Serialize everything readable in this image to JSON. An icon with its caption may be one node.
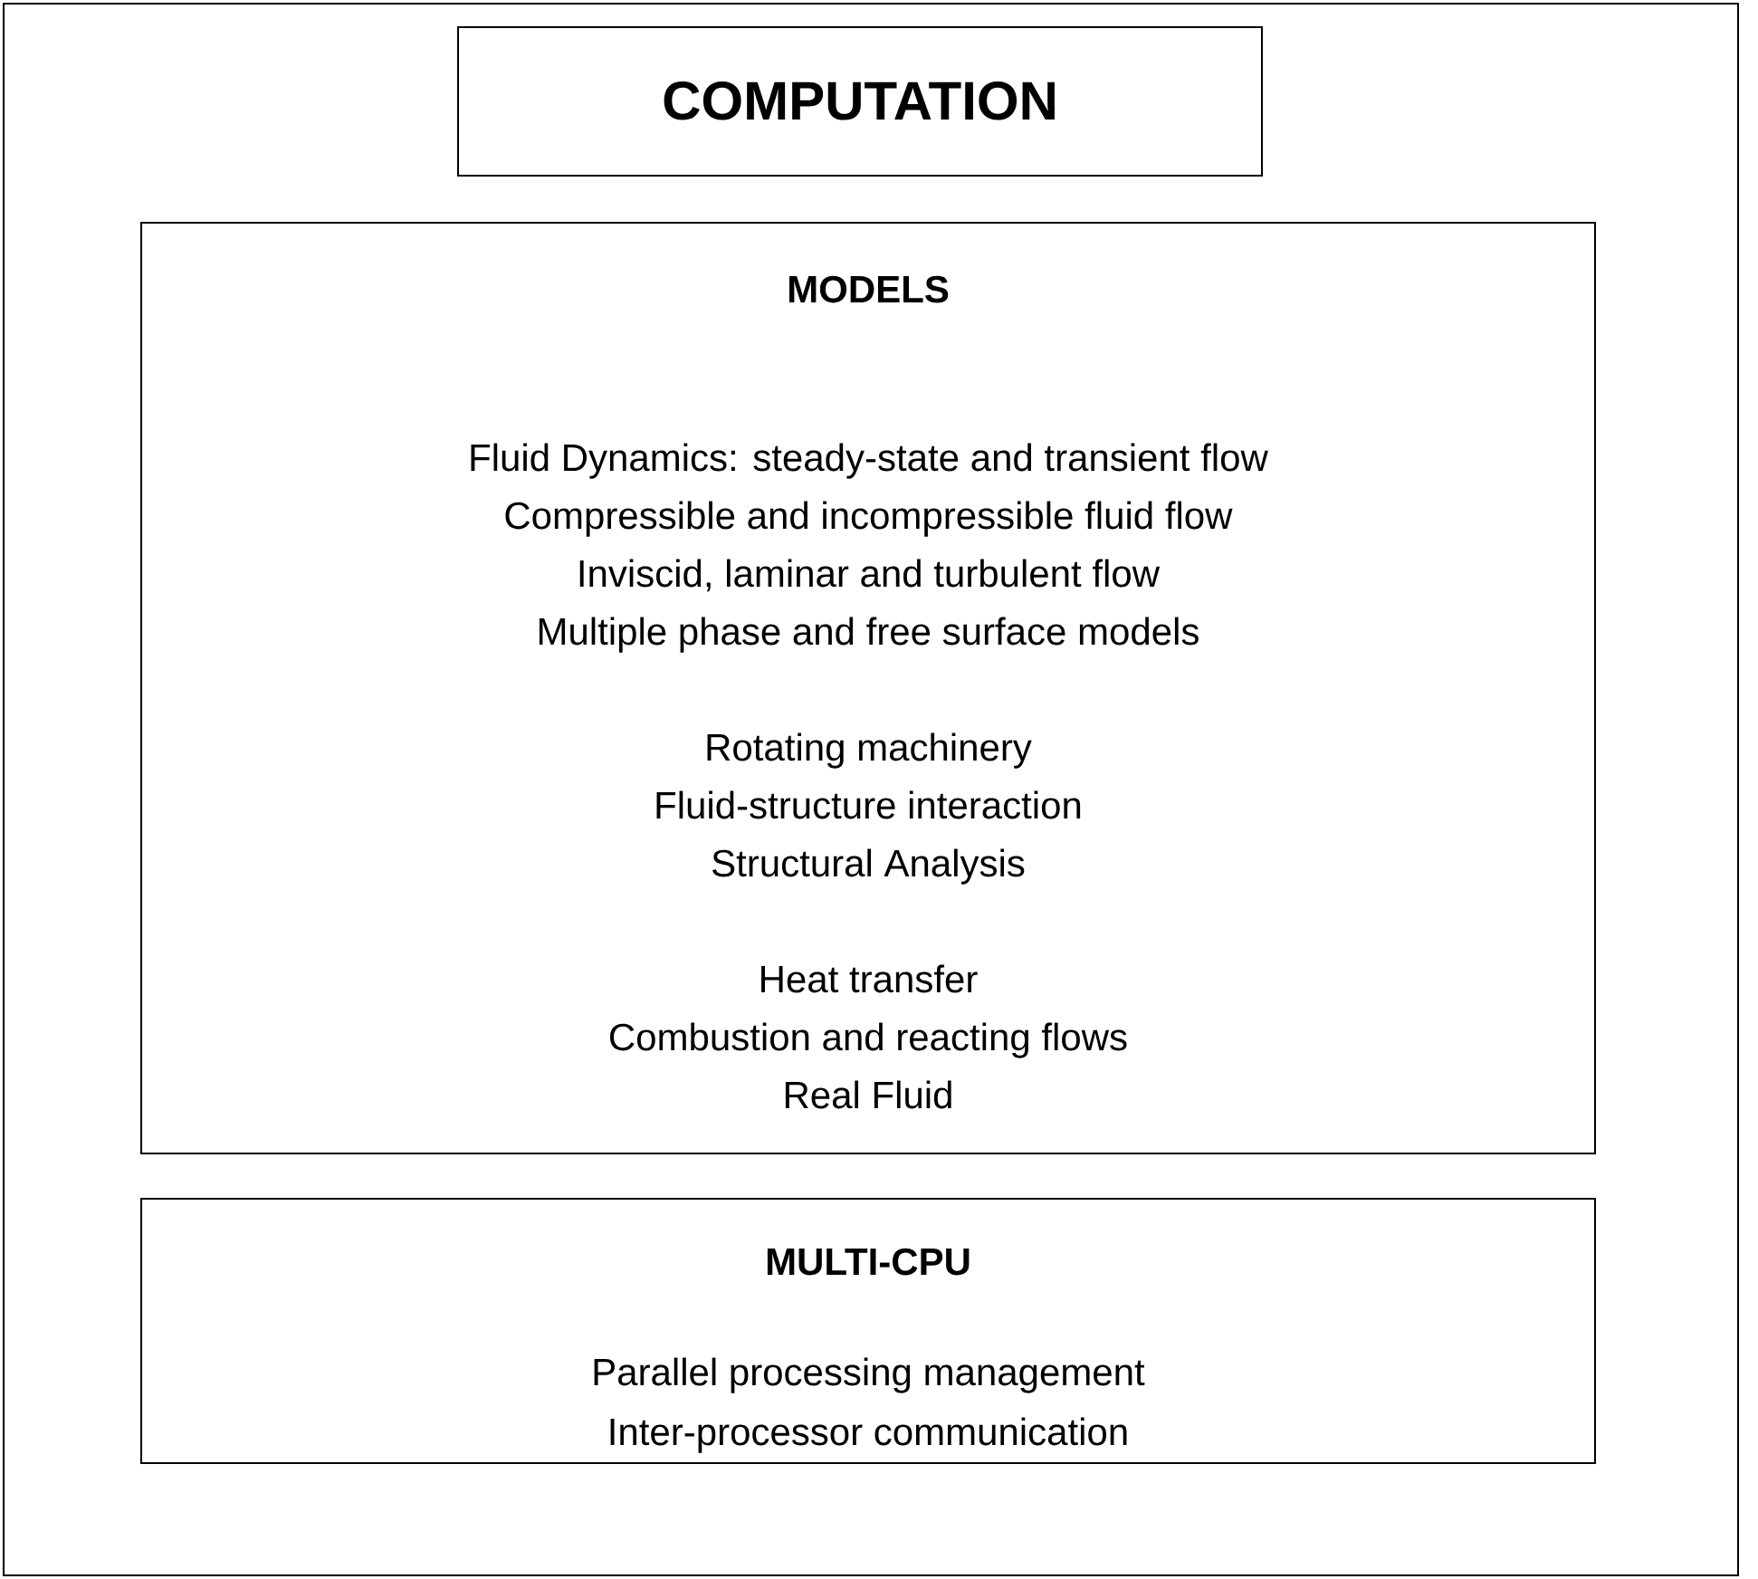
{
  "diagram": {
    "nodes": [
      {
        "text": [],
        "shape": "box"
      },
      {
        "text": [
          "COMPUTATION"
        ],
        "in": 0
      },
      {
        "text": [
          "MODELS",
          "Fluid Dynamics: steady-state and transient flow",
          "Compressible and incompressible fluid flow",
          "Inviscid, laminar and turbulent flow",
          "Multiple phase and free surface models",
          "Rotating machinery",
          "Fluid-structure interaction",
          "Structural Analysis",
          "Heat transfer",
          "Combustion and reacting flows",
          "Real Fluid"
        ],
        "in": 0
      },
      {
        "text": [
          "MULTI-CPU",
          "Parallel processing management",
          "Inter-processor communication"
        ],
        "in": 0
      }
    ]
  }
}
